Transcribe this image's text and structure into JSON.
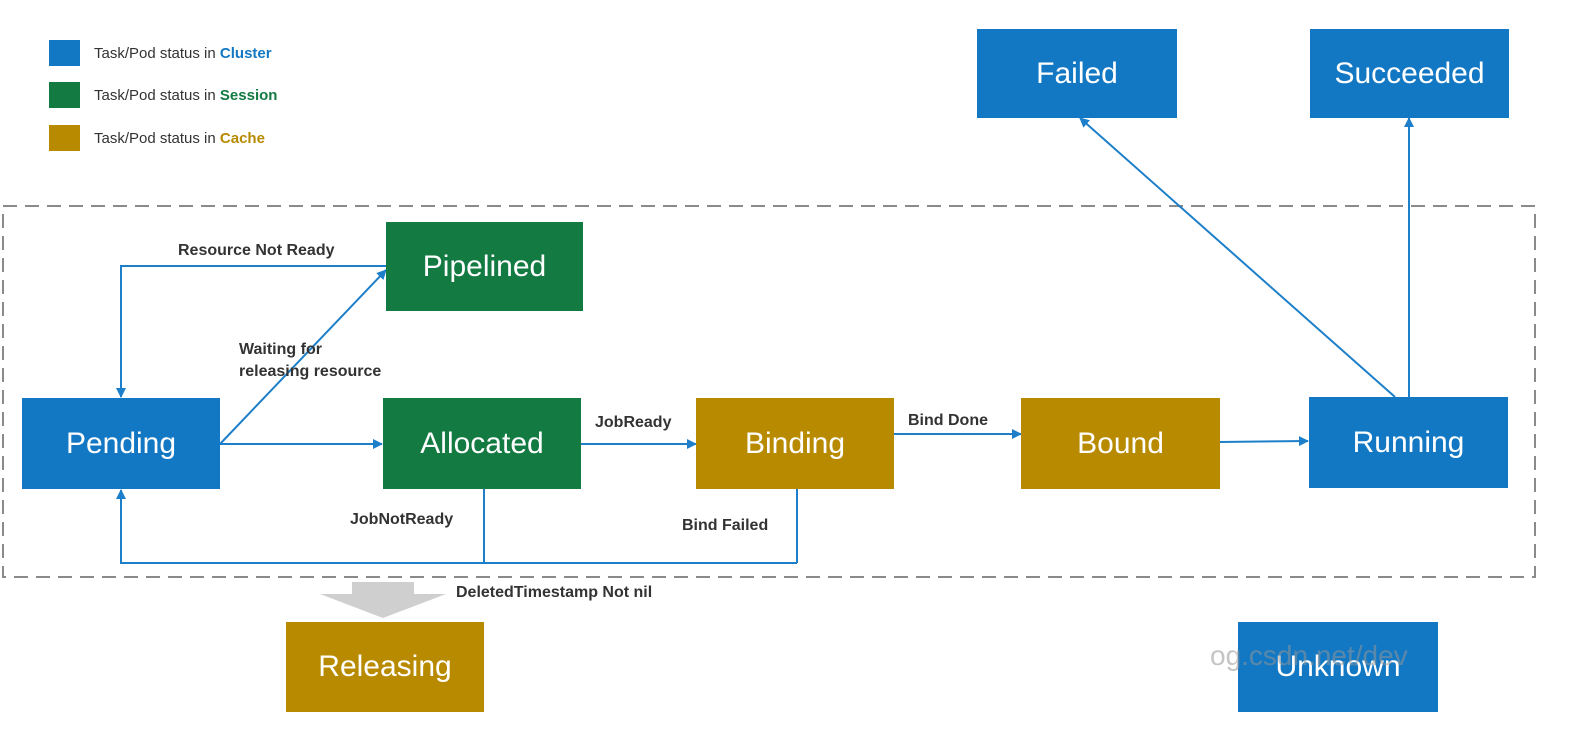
{
  "colors": {
    "cluster": "#1378c4",
    "session": "#137a41",
    "cache": "#b88a00",
    "edge": "#1d7fc9",
    "dashed_border": "#8a8a8a",
    "release_arrow": "#cfcfcf"
  },
  "legend": [
    {
      "prefix": "Task/Pod status in ",
      "keyword": "Cluster",
      "color_key": "cluster"
    },
    {
      "prefix": "Task/Pod status in ",
      "keyword": "Session",
      "color_key": "session"
    },
    {
      "prefix": "Task/Pod status in ",
      "keyword": "Cache",
      "color_key": "cache"
    }
  ],
  "states": {
    "failed": "Failed",
    "succeeded": "Succeeded",
    "pipelined": "Pipelined",
    "pending": "Pending",
    "allocated": "Allocated",
    "binding": "Binding",
    "bound": "Bound",
    "running": "Running",
    "releasing": "Releasing",
    "unknown": "Unknown"
  },
  "edge_labels": {
    "resource_not_ready": "Resource Not Ready",
    "waiting_line1": "Waiting for",
    "waiting_line2": "releasing resource",
    "job_ready": "JobReady",
    "bind_done": "Bind Done",
    "job_not_ready": "JobNotReady",
    "bind_failed": "Bind Failed",
    "deleted_timestamp": "DeletedTimestamp Not nil"
  },
  "watermark": "og.csdn.net/dev"
}
